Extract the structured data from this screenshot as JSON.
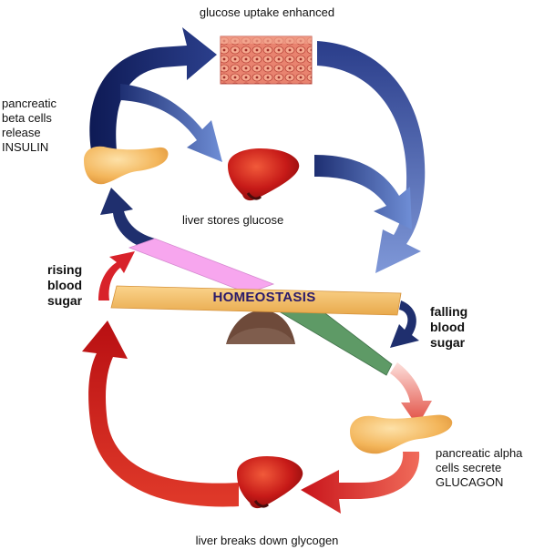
{
  "title_top": "glucose uptake enhanced",
  "beta": {
    "line1": "pancreatic",
    "line2": "beta cells",
    "line3": "release",
    "line4": "INSULIN"
  },
  "liver_stores": "liver stores glucose",
  "rising": {
    "line1": "rising",
    "line2": "blood",
    "line3": "sugar"
  },
  "falling": {
    "line1": "falling",
    "line2": "blood",
    "line3": "sugar"
  },
  "homeostasis": "HOMEOSTASIS",
  "alpha": {
    "line1": "pancreatic alpha",
    "line2": "cells secrete",
    "line3": "GLUCAGON"
  },
  "liver_breaks": "liver breaks down glycogen",
  "icons": [
    "tissue-cells-icon",
    "liver-icon",
    "pancreas-icon",
    "seesaw-icon"
  ],
  "colors": {
    "insulin_arrow": "#1f2f6e",
    "glucagon_arrow": "#d01818",
    "beam": "#f0b860",
    "pink_plank": "#f7a6ee",
    "green_plank": "#5e9a66",
    "fulcrum": "#6e4a3a",
    "liver": "#c81f1a",
    "pancreas": "#f2b55a"
  }
}
